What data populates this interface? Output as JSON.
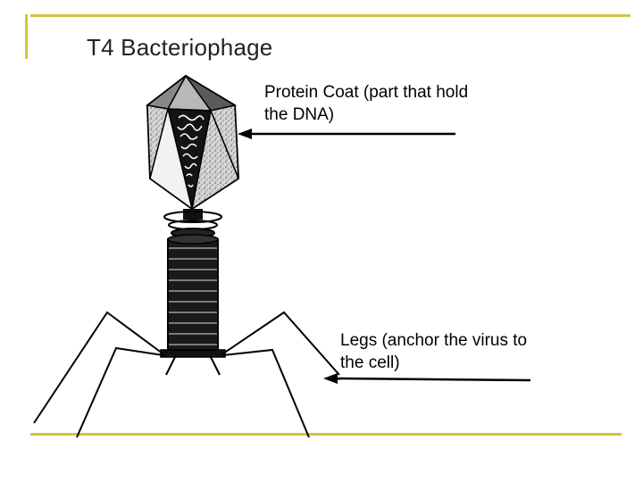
{
  "slide": {
    "title": "T4 Bacteriophage",
    "accent_color": "#d4c43c"
  },
  "labels": {
    "protein_coat": "Protein Coat (part that hold the DNA)",
    "legs": "Legs (anchor the virus to the cell)"
  }
}
